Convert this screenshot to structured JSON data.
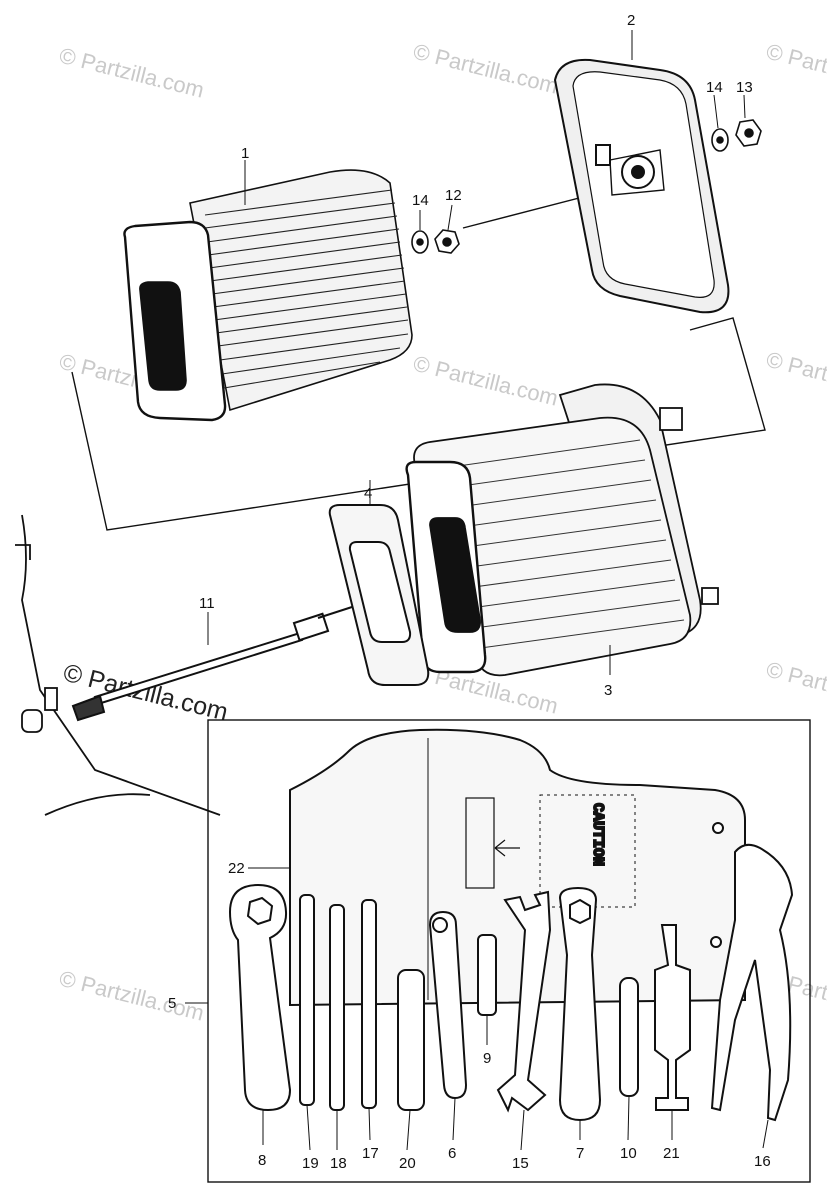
{
  "watermark": "© Partzilla.com",
  "callouts": {
    "c1": "1",
    "c2": "2",
    "c3": "3",
    "c4": "4",
    "c5": "5",
    "c6": "6",
    "c7": "7",
    "c8": "8",
    "c9": "9",
    "c10": "10",
    "c11": "11",
    "c12": "12",
    "c13": "13",
    "c14a": "14",
    "c14b": "14",
    "c15": "15",
    "c16": "16",
    "c17": "17",
    "c18": "18",
    "c19": "19",
    "c20": "20",
    "c21": "21",
    "c22": "22"
  },
  "tool_bag": {
    "caution_label": "CAUTION"
  }
}
